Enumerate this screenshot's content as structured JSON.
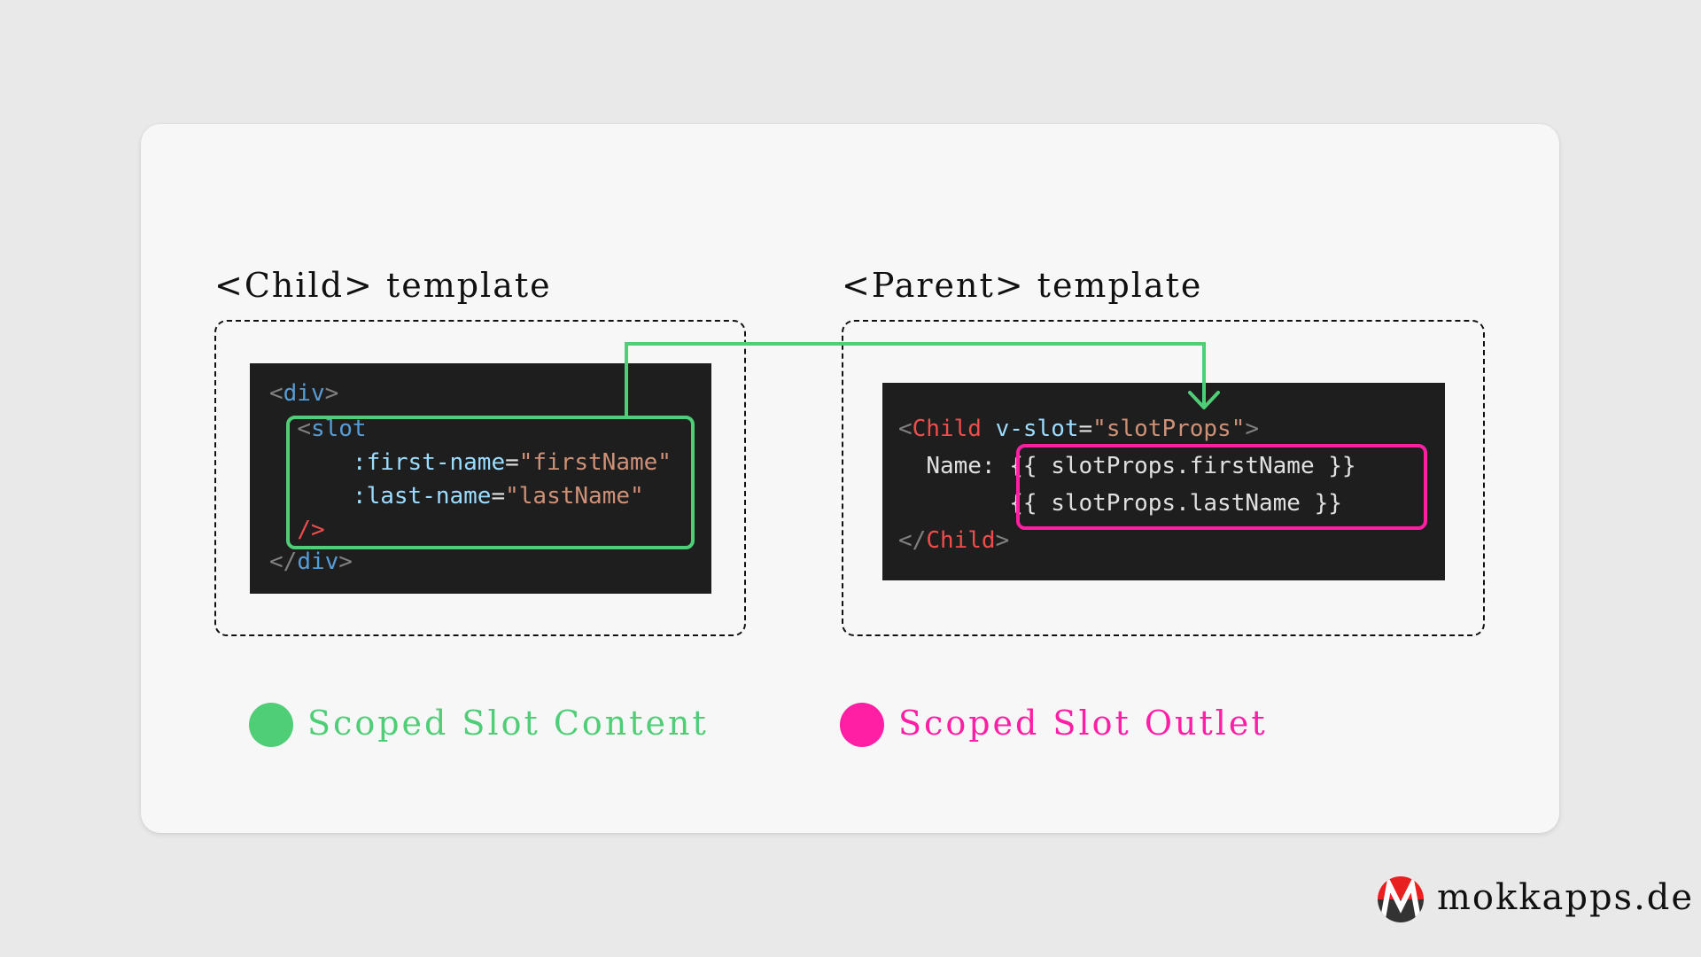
{
  "child_panel": {
    "title": "<Child> template",
    "code_lines": [
      {
        "indent": "",
        "tokens": [
          {
            "t": "<",
            "c": "punc"
          },
          {
            "t": "div",
            "c": "tag"
          },
          {
            "t": ">",
            "c": "punc"
          }
        ]
      },
      {
        "indent": "  ",
        "tokens": [
          {
            "t": "<",
            "c": "punc"
          },
          {
            "t": "slot",
            "c": "tag"
          }
        ]
      },
      {
        "indent": "      ",
        "tokens": [
          {
            "t": ":first-name",
            "c": "attr"
          },
          {
            "t": "=",
            "c": "text"
          },
          {
            "t": "\"firstName\"",
            "c": "str"
          }
        ]
      },
      {
        "indent": "      ",
        "tokens": [
          {
            "t": ":last-name",
            "c": "attr"
          },
          {
            "t": "=",
            "c": "text"
          },
          {
            "t": "\"lastName\"",
            "c": "str"
          }
        ]
      },
      {
        "indent": "  ",
        "tokens": [
          {
            "t": "/>",
            "c": "comp"
          }
        ]
      },
      {
        "indent": "",
        "tokens": [
          {
            "t": "</",
            "c": "punc"
          },
          {
            "t": "div",
            "c": "tag"
          },
          {
            "t": ">",
            "c": "punc"
          }
        ]
      }
    ]
  },
  "parent_panel": {
    "title": "<Parent> template",
    "code_lines": [
      {
        "indent": "",
        "tokens": [
          {
            "t": "<",
            "c": "punc"
          },
          {
            "t": "Child",
            "c": "comp"
          },
          {
            "t": " ",
            "c": "text"
          },
          {
            "t": "v-slot",
            "c": "attr"
          },
          {
            "t": "=",
            "c": "text"
          },
          {
            "t": "\"slotProps\"",
            "c": "str"
          },
          {
            "t": ">",
            "c": "punc"
          }
        ]
      },
      {
        "indent": "  ",
        "tokens": [
          {
            "t": "Name: ",
            "c": "text"
          },
          {
            "t": "{{ slotProps.firstName }}",
            "c": "text"
          }
        ]
      },
      {
        "indent": "        ",
        "tokens": [
          {
            "t": "{{ slotProps.lastName }}",
            "c": "text"
          }
        ]
      },
      {
        "indent": "",
        "tokens": [
          {
            "t": "</",
            "c": "punc"
          },
          {
            "t": "Child",
            "c": "comp"
          },
          {
            "t": ">",
            "c": "punc"
          }
        ]
      }
    ]
  },
  "legend": [
    {
      "label": "Scoped Slot Content",
      "color": "#4fce77"
    },
    {
      "label": "Scoped Slot Outlet",
      "color": "#ff1fa5"
    }
  ],
  "colors": {
    "content_green": "#4fce77",
    "outlet_pink": "#ff1fa5",
    "code_bg": "#1e1e1e",
    "card_bg": "#f7f7f7",
    "page_bg": "#e9e9e9"
  },
  "brand": {
    "text": "mokkapps.de",
    "logo": "mokkapps-m-logo-icon"
  }
}
